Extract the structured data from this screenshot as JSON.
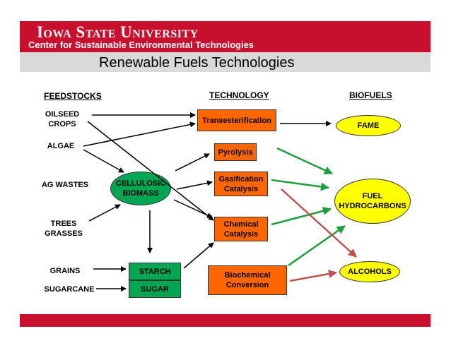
{
  "header": {
    "university": "Iowa State University",
    "center": "Center for Sustainable Environmental Technologies",
    "title": "Renewable Fuels Technologies"
  },
  "columns": {
    "feedstocks": "FEEDSTOCKS",
    "technology": "TECHNOLOGY",
    "biofuels": "BIOFUELS"
  },
  "feedstocks": {
    "oilseed_crops": "OILSEED\nCROPS",
    "algae": "ALGAE",
    "ag_wastes": "AG WASTES",
    "trees_grasses": "TREES\nGRASSES",
    "grains": "GRAINS",
    "sugarcane": "SUGARCANE"
  },
  "intermediates": {
    "cellulosic_biomass": "CELLULOSIC\nBIOMASS",
    "starch": "STARCH",
    "sugar": "SUGAR"
  },
  "technologies": {
    "transesterification": "Transesterification",
    "pyrolysis": "Pyrolysis",
    "gasification": "Gasification\nCatalysis",
    "chemical": "Chemical\nCatalysis",
    "biochemical": "Biochemical\nConversion"
  },
  "biofuels": {
    "fame": "FAME",
    "fuel_hydrocarbons": "FUEL\nHYDROCARBONS",
    "alcohols": "ALCOHOLS"
  },
  "colors": {
    "brand_red": "#c8102e",
    "title_gray": "#d9d9d9",
    "tech_orange": "#ff6600",
    "biomass_green": "#00a651",
    "fuel_yellow": "#ffff00",
    "arrow_black": "#000000",
    "arrow_green": "#1e9e3a",
    "arrow_red": "#c0504d"
  }
}
